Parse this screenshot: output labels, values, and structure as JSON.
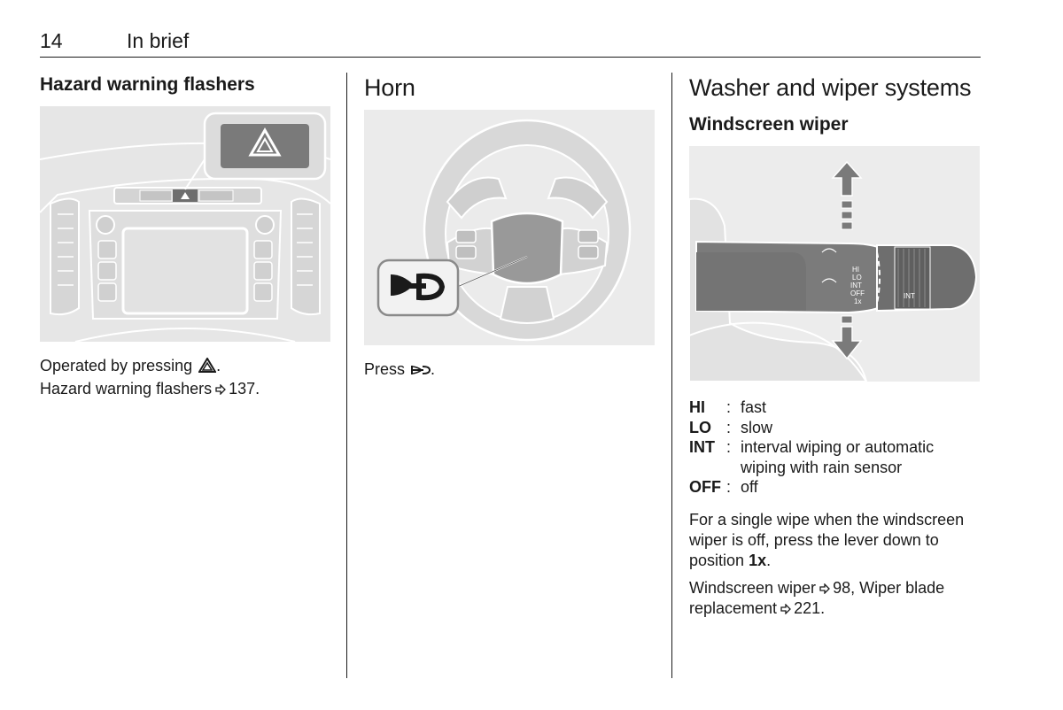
{
  "header": {
    "page_number": "14",
    "section": "In brief"
  },
  "left": {
    "heading": "Hazard warning flashers",
    "line1": "Operated by pressing",
    "line1_end": ".",
    "line2": "Hazard warning flashers",
    "line2_ref": "137."
  },
  "middle": {
    "heading": "Horn",
    "text": "Press",
    "text_end": "."
  },
  "right": {
    "heading": "Washer and wiper systems",
    "subheading": "Windscreen wiper",
    "lever_labels": [
      "HI",
      "LO",
      "INT",
      "OFF",
      "1x"
    ],
    "lever_ring_label": "INT",
    "legend": [
      {
        "key": "HI",
        "value": "fast"
      },
      {
        "key": "LO",
        "value": "slow"
      },
      {
        "key": "INT",
        "value": "interval wiping or automatic wiping with rain sensor"
      },
      {
        "key": "OFF",
        "value": "off"
      }
    ],
    "single_wipe_a": "For a single wipe when the windscreen wiper is off, press the lever down to position",
    "single_wipe_b": "1x",
    "single_wipe_c": ".",
    "refs_a": "Windscreen wiper",
    "refs_a_page": "98, Wiper blade replacement",
    "refs_b_page": "221."
  },
  "colors": {
    "text": "#1a1a1a",
    "figure_bg": "#e8e8e8",
    "icon_gray": "#6e6e6e"
  }
}
